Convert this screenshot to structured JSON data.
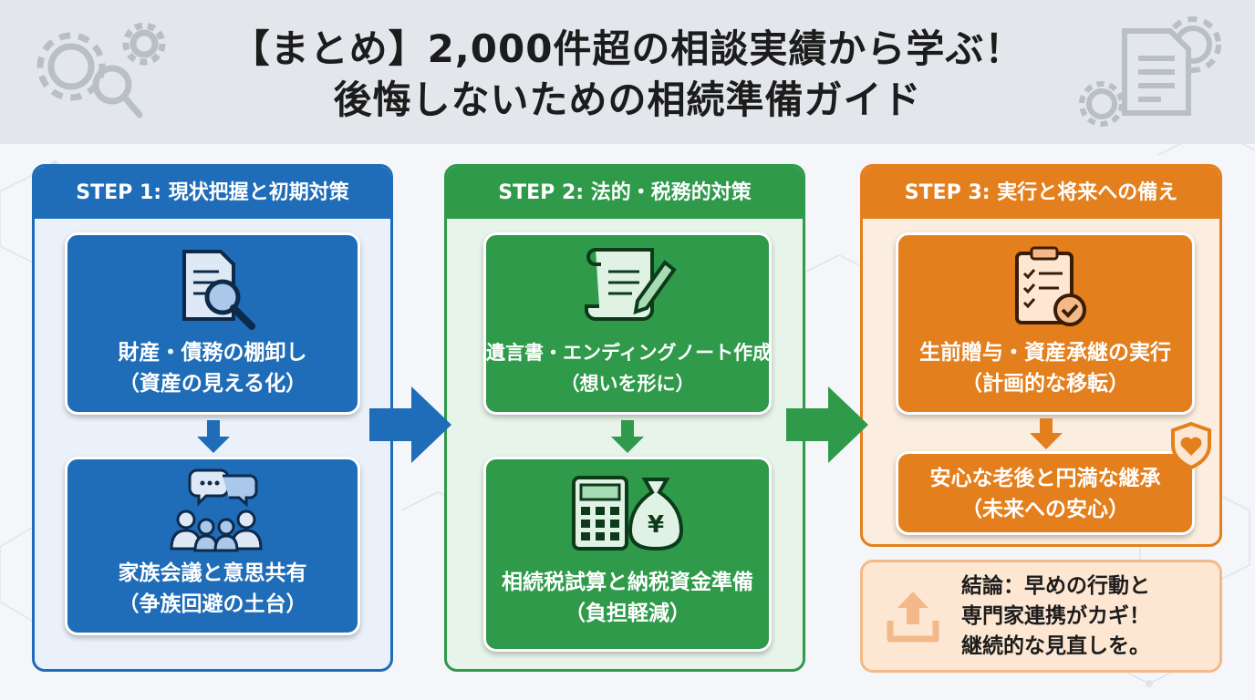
{
  "header": {
    "title_line1": "【まとめ】2,000件超の相談実績から学ぶ！",
    "title_line2": "後悔しないための相続準備ガイド"
  },
  "steps": [
    {
      "title": "STEP 1: 現状把握と初期対策",
      "color": "#1f6db8",
      "cards": [
        {
          "line1": "財産・債務の棚卸し",
          "line2": "（資産の見える化）",
          "icon": "document-search-icon"
        },
        {
          "line1": "家族会議と意思共有",
          "line2": "（争族回避の土台）",
          "icon": "family-chat-icon"
        }
      ]
    },
    {
      "title": "STEP 2: 法的・税務的対策",
      "color": "#2e9a4a",
      "cards": [
        {
          "line1": "遺言書・エンディングノート作成",
          "line2": "（想いを形に）",
          "icon": "scroll-pen-icon"
        },
        {
          "line1": "相続税試算と納税資金準備",
          "line2": "（負担軽減）",
          "icon": "calculator-money-bag-icon"
        }
      ]
    },
    {
      "title": "STEP 3: 実行と将来への備え",
      "color": "#e47f1d",
      "cards": [
        {
          "line1": "生前贈与・資産承継の実行",
          "line2": "（計画的な移転）",
          "icon": "clipboard-check-icon"
        },
        {
          "line1": "安心な老後と円満な継承",
          "line2": "（未来への安心）",
          "icon": "heart-shield-icon"
        }
      ]
    }
  ],
  "conclusion": {
    "line1": "結論：早めの行動と",
    "line2": "専門家連携がカギ！",
    "line3": "継続的な見直しを。",
    "icon": "upload-icon"
  }
}
